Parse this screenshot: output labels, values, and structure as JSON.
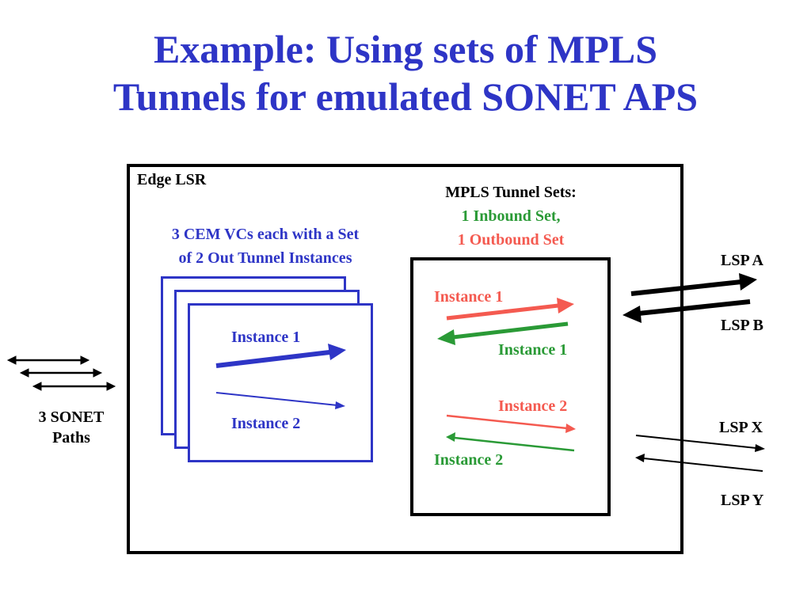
{
  "title": {
    "line1": "Example: Using sets of MPLS",
    "line2": "Tunnels for emulated SONET APS"
  },
  "edge_lsr": {
    "label": "Edge LSR"
  },
  "cem": {
    "line1": "3 CEM VCs each with a Set",
    "line2": "of 2 Out Tunnel Instances",
    "instance1": "Instance 1",
    "instance2": "Instance 2"
  },
  "tunnel_sets": {
    "heading": "MPLS Tunnel Sets:",
    "inbound": "1 Inbound Set,",
    "outbound": "1 Outbound Set",
    "out_instance1": "Instance 1",
    "in_instance1": "Instance 1",
    "out_instance2": "Instance 2",
    "in_instance2": "Instance 2"
  },
  "sonet": {
    "line1": "3 SONET",
    "line2": "Paths"
  },
  "lsp": {
    "a": "LSP A",
    "b": "LSP B",
    "x": "LSP X",
    "y": "LSP Y"
  },
  "colors": {
    "title": "#2e35c6",
    "cem": "#2e35c6",
    "outbound": "#f45a50",
    "inbound": "#2a9a36",
    "black": "#000000"
  }
}
